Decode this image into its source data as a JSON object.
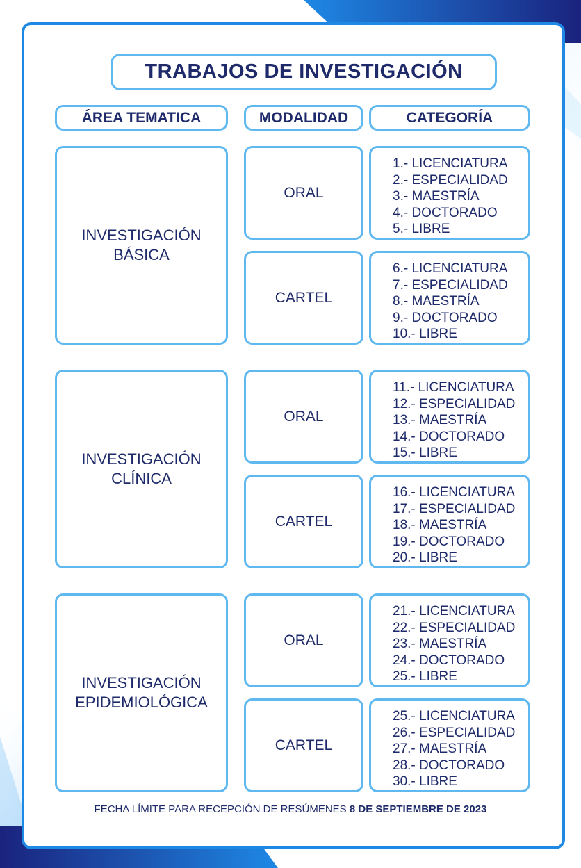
{
  "title": "TRABAJOS DE INVESTIGACIÓN",
  "headers": {
    "area": "ÁREA TEMATICA",
    "modalidad": "MODALIDAD",
    "categoria": "CATEGORÍA"
  },
  "areas": [
    {
      "name_line1": "INVESTIGACIÓN",
      "name_line2": "BÁSICA",
      "oral": {
        "label": "ORAL",
        "items": [
          "1.- LICENCIATURA",
          "2.- ESPECIALIDAD",
          "3.- MAESTRÍA",
          "4.- DOCTORADO",
          "5.- LIBRE"
        ]
      },
      "cartel": {
        "label": "CARTEL",
        "items": [
          "6.- LICENCIATURA",
          "7.- ESPECIALIDAD",
          "8.- MAESTRÍA",
          "9.- DOCTORADO",
          "10.- LIBRE"
        ]
      }
    },
    {
      "name_line1": "INVESTIGACIÓN",
      "name_line2": "CLÍNICA",
      "oral": {
        "label": "ORAL",
        "items": [
          "11.- LICENCIATURA",
          "12.- ESPECIALIDAD",
          "13.- MAESTRÍA",
          "14.- DOCTORADO",
          "15.- LIBRE"
        ]
      },
      "cartel": {
        "label": "CARTEL",
        "items": [
          "16.- LICENCIATURA",
          "17.- ESPECIALIDAD",
          "18.- MAESTRÍA",
          "19.- DOCTORADO",
          "20.- LIBRE"
        ]
      }
    },
    {
      "name_line1": "INVESTIGACIÓN",
      "name_line2": "EPIDEMIOLÓGICA",
      "oral": {
        "label": "ORAL",
        "items": [
          "21.- LICENCIATURA",
          "22.- ESPECIALIDAD",
          "23.- MAESTRÍA",
          "24.- DOCTORADO",
          "25.- LIBRE"
        ]
      },
      "cartel": {
        "label": "CARTEL",
        "items": [
          "25.- LICENCIATURA",
          "26.- ESPECIALIDAD",
          "27.- MAESTRÍA",
          "28.- DOCTORADO",
          "30.- LIBRE"
        ]
      }
    }
  ],
  "footer": {
    "text": "FECHA LÍMITE PARA RECEPCIÓN DE RESÚMENES",
    "date": "8 DE SEPTIEMBRE DE 2023"
  },
  "colors": {
    "frame": "#1e88e5",
    "box_border": "#5fb8f0",
    "text": "#1e2a6a",
    "accent_dark": "#1a237e",
    "accent_light": "#42a5f5"
  }
}
